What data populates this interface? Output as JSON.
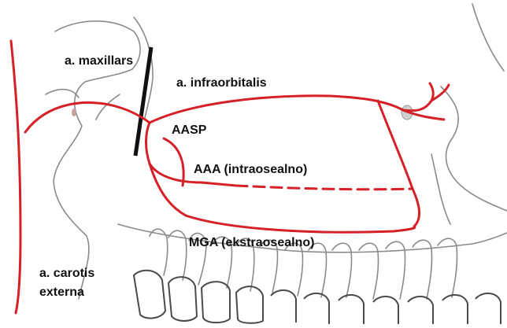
{
  "colors": {
    "artery": "#d62027",
    "outline": "#8a8a8a",
    "outline_dark": "#4a4a4a",
    "black_line": "#111111",
    "background": "#ffffff"
  },
  "labels": {
    "a_maxillaris": "a. maxillars",
    "a_infraorbitalis": "a. infraorbitalis",
    "aasp": "AASP",
    "aaa": "AAA (intraosealno)",
    "mga": "MGA (ekstraosealno)",
    "carotis_line1": "a. carotis",
    "carotis_line2": "externa"
  }
}
